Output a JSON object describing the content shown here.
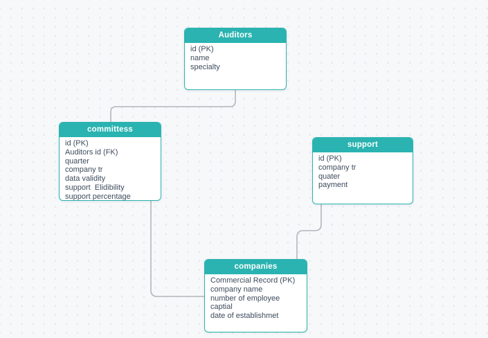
{
  "diagram": {
    "kind": "entity-relationship-diagram"
  },
  "theme": {
    "accent": "#2ab3b0",
    "header_text": "#ffffff",
    "body_text": "#3d4b5c",
    "connector": "#b3b6bb",
    "canvas_bg": "#f7f8fa",
    "dot_color": "#e2e4ea"
  },
  "tables": [
    {
      "id": "auditors",
      "title": "Auditors",
      "columns": [
        "id (PK)",
        "name",
        "specialty"
      ]
    },
    {
      "id": "committess",
      "title": "committess",
      "columns": [
        "id (PK)",
        "Auditors id (FK)",
        "quarter",
        "company tr",
        "data validity",
        "support  Elidibility",
        "support percentage"
      ]
    },
    {
      "id": "support",
      "title": "support",
      "columns": [
        "id (PK)",
        "company tr",
        "quater",
        "payment"
      ]
    },
    {
      "id": "companies",
      "title": "companies",
      "columns": [
        "Commercial Record (PK)",
        "company name",
        "number of employee",
        "captial",
        "date of establishmet"
      ]
    }
  ],
  "connectors": [
    {
      "id": "auditors-to-committess",
      "from": "Auditors",
      "to": "committess"
    },
    {
      "id": "committess-to-companies",
      "from": "committess",
      "to": "companies"
    },
    {
      "id": "support-to-companies",
      "from": "support",
      "to": "companies"
    }
  ]
}
